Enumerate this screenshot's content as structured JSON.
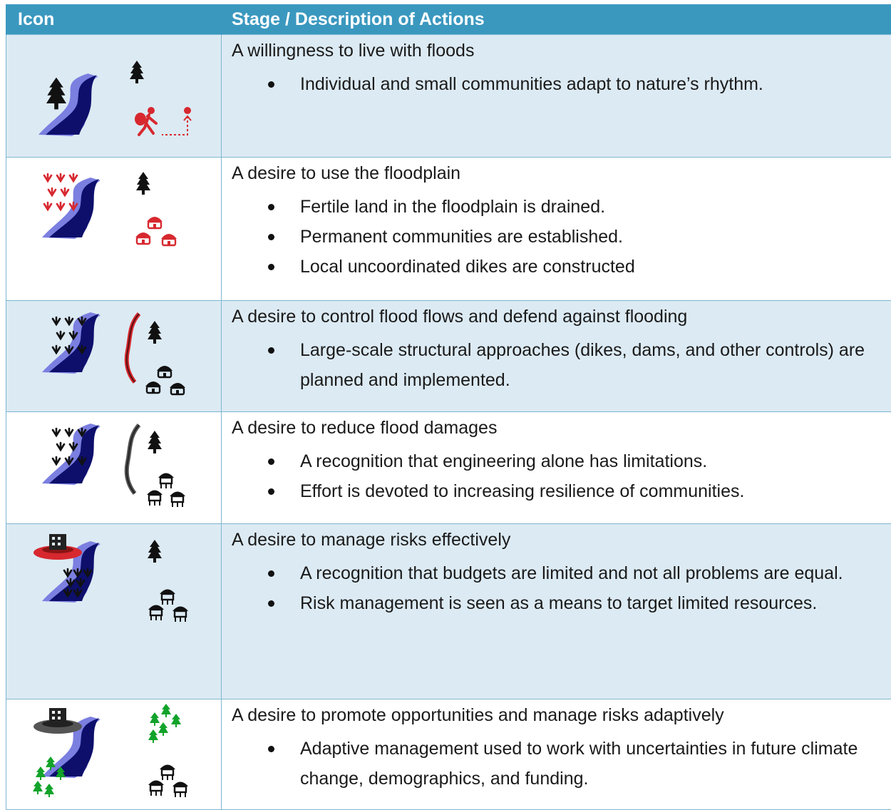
{
  "header": {
    "icon_label": "Icon",
    "description_label": "Stage / Description of Actions"
  },
  "colors": {
    "header_bg": "#3a98bf",
    "row_shade": "#dceaf3",
    "river_dark": "#0d0f6b",
    "river_light": "#7b7fe0",
    "accent_red": "#d7282f"
  },
  "stages": [
    {
      "icon": "river-walker-icon",
      "title": "A willingness to live with floods",
      "bullets": [
        "Individual and small communities adapt to nature’s rhythm."
      ]
    },
    {
      "icon": "river-farmland-huts-icon",
      "title": "A desire to use the floodplain",
      "bullets": [
        "Fertile land in the floodplain is drained.",
        "Permanent communities are established.",
        "Local uncoordinated dikes are constructed"
      ]
    },
    {
      "icon": "river-red-dike-icon",
      "title": "A desire to control flood flows and defend against flooding",
      "bullets": [
        "Large-scale structural approaches (dikes, dams, and other controls) are planned and implemented."
      ]
    },
    {
      "icon": "river-grey-dike-raised-huts-icon",
      "title": "A desire to reduce flood damages",
      "bullets": [
        "A recognition that engineering alone has limitations.",
        "Effort is devoted to increasing resilience of communities."
      ]
    },
    {
      "icon": "river-risk-building-icon",
      "title": "A desire to manage risks effectively",
      "bullets": [
        "A recognition that budgets are limited and not all problems are equal.",
        "Risk management is seen as a means to target limited resources."
      ]
    },
    {
      "icon": "river-adaptive-forest-icon",
      "title": "A desire to promote opportunities and manage risks adaptively",
      "bullets": [
        "Adaptive management used to work with uncertainties in future climate change, demographics, and funding."
      ]
    }
  ]
}
